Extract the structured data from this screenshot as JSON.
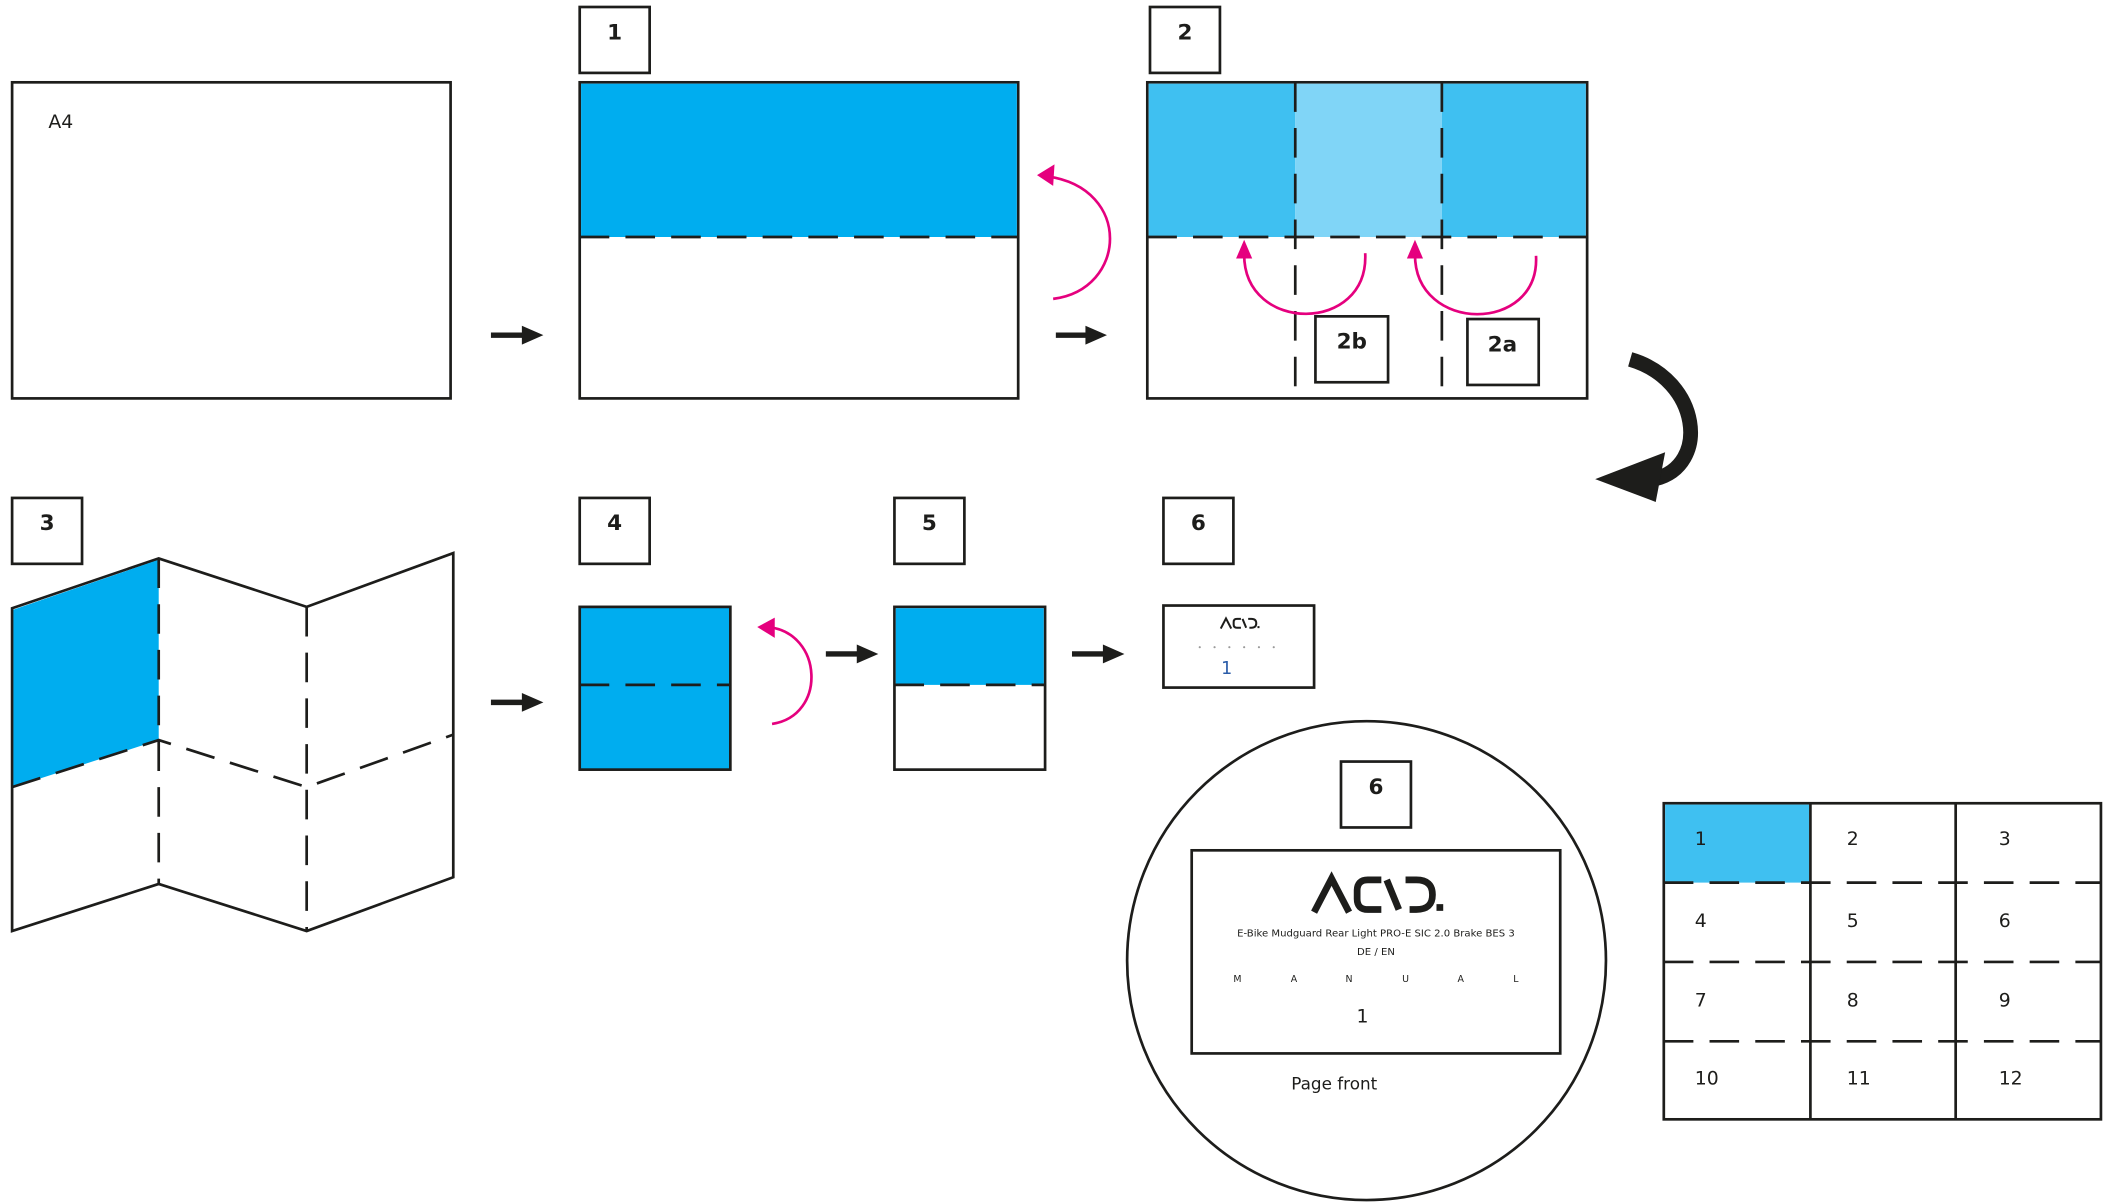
{
  "panels": {
    "a4": {
      "label": "A4"
    },
    "step1": {
      "number": "1"
    },
    "step2": {
      "number": "2",
      "sub_b": "2b",
      "sub_a": "2a"
    },
    "step3": {
      "number": "3"
    },
    "step4": {
      "number": "4"
    },
    "step5": {
      "number": "5"
    },
    "step6": {
      "number": "6",
      "page_number": "1"
    },
    "detail": {
      "number": "6",
      "logo": "ACID",
      "product": "E-Bike Mudguard Rear Light PRO-E SIC 2.0 Brake BES 3",
      "languages": "DE / EN",
      "manual_letters": [
        "M",
        "A",
        "N",
        "U",
        "A",
        "L"
      ],
      "page_number": "1",
      "caption": "Page front"
    },
    "grid": {
      "cells": [
        "1",
        "2",
        "3",
        "4",
        "5",
        "6",
        "7",
        "8",
        "9",
        "10",
        "11",
        "12"
      ],
      "highlighted_cell": "1"
    }
  },
  "colors": {
    "blue": "#00adef",
    "blue_medium": "#3fc0f1",
    "blue_light": "#80d5f7",
    "fold_arrow": "#e5007e",
    "ink": "#1d1d1b",
    "page_number_small": "#2a5ca8"
  }
}
